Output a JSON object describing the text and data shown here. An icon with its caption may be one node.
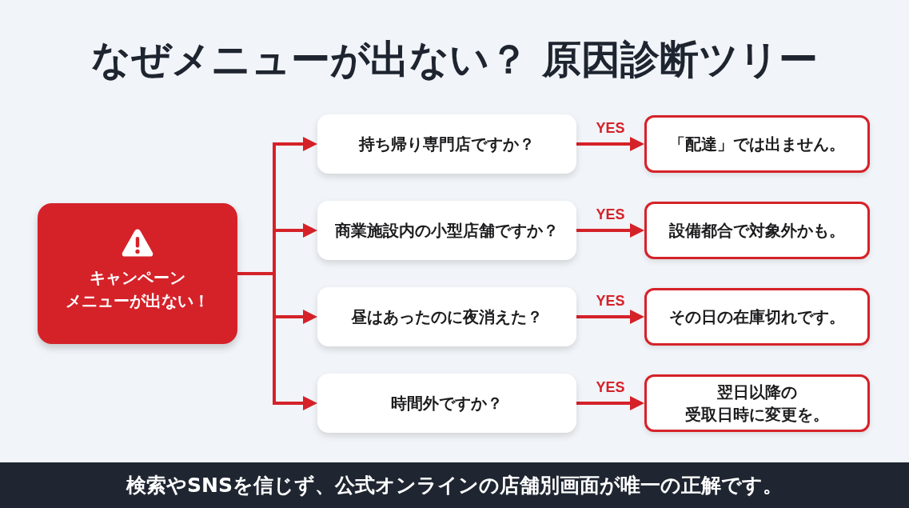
{
  "diagram": {
    "title": "なぜメニューが出ない？ 原因診断ツリー",
    "caption": "検索やSNSを信じず、公式オンラインの店舗別画面が唯一の正解です。",
    "nodes": [
      {
        "text": [
          "キャンペーンメニューが出ない！"
        ]
      },
      {
        "text": [
          "持ち帰り専門店ですか？"
        ]
      },
      {
        "text": [
          "商業施設内の小型店舗ですか？"
        ]
      },
      {
        "text": [
          "昼はあったのに夜消えた？"
        ]
      },
      {
        "text": [
          "時間外ですか？"
        ]
      },
      {
        "text": [
          "「配達」では出ません。"
        ]
      },
      {
        "text": [
          "設備都合で対象外かも。"
        ]
      },
      {
        "text": [
          "その日の在庫切れです。"
        ]
      },
      {
        "text": [
          "翌日以降の受取日時に変更を。"
        ]
      }
    ],
    "edges": [
      {
        "from": 0,
        "to": 1,
        "arrow": "to"
      },
      {
        "from": 0,
        "to": 2,
        "arrow": "to"
      },
      {
        "from": 0,
        "to": 3,
        "arrow": "to"
      },
      {
        "from": 0,
        "to": 4,
        "arrow": "to"
      },
      {
        "from": 1,
        "to": 5,
        "arrow": "to",
        "label": "YES"
      },
      {
        "from": 2,
        "to": 6,
        "arrow": "to",
        "label": "YES"
      },
      {
        "from": 3,
        "to": 7,
        "arrow": "to",
        "label": "YES"
      },
      {
        "from": 4,
        "to": 8,
        "arrow": "to",
        "label": "YES"
      }
    ]
  }
}
